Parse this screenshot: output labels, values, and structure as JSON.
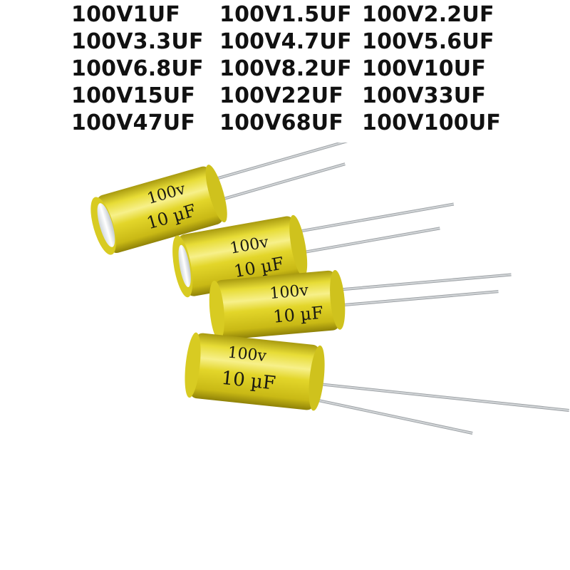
{
  "specs": [
    [
      "100V1UF",
      "100V1.5UF",
      "100V2.2UF"
    ],
    [
      "100V3.3UF",
      "100V4.7UF",
      "100V5.6UF"
    ],
    [
      "100V6.8UF",
      "100V8.2UF",
      "100V10UF"
    ],
    [
      "100V15UF",
      "100V22UF",
      "100V33UF"
    ],
    [
      "100V47UF",
      "100V68UF",
      "100V100UF"
    ]
  ],
  "capacitor_marking": {
    "voltage": "100v",
    "capacitance": "10 µF"
  },
  "colors": {
    "sleeve": "#e3d62a",
    "sleeve_highlight": "#f6ef7c",
    "sleeve_shadow": "#9c8f0a",
    "lead": "#b8bcbf",
    "end_cap": "#e9eef2"
  }
}
